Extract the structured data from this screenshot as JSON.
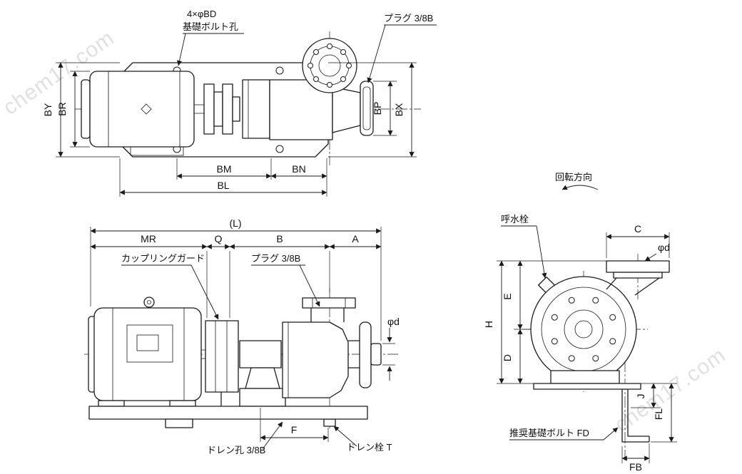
{
  "watermark": {
    "text": "chem17.com"
  },
  "top_view": {
    "callouts": {
      "bolt_qty": "4×φBD",
      "bolt_name": "基礎ボルト孔",
      "plug": "プラグ 3/8B"
    },
    "dims": {
      "by": "BY",
      "br": "BR",
      "bp": "BP",
      "bx": "BX",
      "bm": "BM",
      "bn": "BN",
      "bl": "BL"
    }
  },
  "side_view": {
    "callouts": {
      "coupling_guard": "カップリングガード",
      "plug": "プラグ 3/8B",
      "drain_hole": "ドレン孔 3/8B",
      "drain_plug": "ドレン栓 T"
    },
    "dims": {
      "l": "(L)",
      "mr": "MR",
      "q": "Q",
      "b": "B",
      "a": "A",
      "phi_d": "φd",
      "f": "F"
    }
  },
  "end_view": {
    "callouts": {
      "rotation": "回転方向",
      "priming": "呼水栓",
      "foundation": "推奨基礎ボルト FD"
    },
    "dims": {
      "c": "C",
      "phi_d": "φd",
      "e": "E",
      "h": "H",
      "d": "D",
      "j": "J",
      "fl": "FL",
      "fb": "FB"
    }
  }
}
